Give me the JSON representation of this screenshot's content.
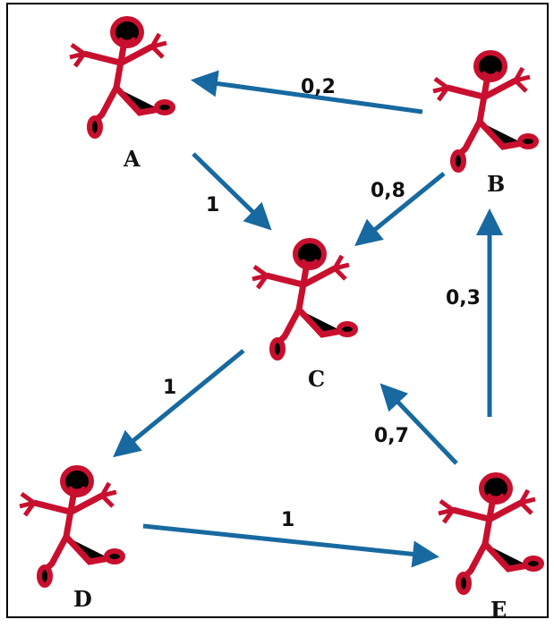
{
  "colors": {
    "figure": "#c8102e",
    "arrow": "#1769a0",
    "frame": "#000000",
    "text": "#111111"
  },
  "nodes": {
    "A": {
      "label": "A"
    },
    "B": {
      "label": "B"
    },
    "C": {
      "label": "C"
    },
    "D": {
      "label": "D"
    },
    "E": {
      "label": "E"
    }
  },
  "edges": [
    {
      "id": "B-A",
      "from": "B",
      "to": "A",
      "weight": "0,2"
    },
    {
      "id": "A-C",
      "from": "A",
      "to": "C",
      "weight": "1"
    },
    {
      "id": "B-C",
      "from": "B",
      "to": "C",
      "weight": "0,8"
    },
    {
      "id": "E-B",
      "from": "E",
      "to": "B",
      "weight": "0,3"
    },
    {
      "id": "E-C",
      "from": "E",
      "to": "C",
      "weight": "0,7"
    },
    {
      "id": "C-D",
      "from": "C",
      "to": "D",
      "weight": "1"
    },
    {
      "id": "D-E",
      "from": "D",
      "to": "E",
      "weight": "1"
    }
  ]
}
